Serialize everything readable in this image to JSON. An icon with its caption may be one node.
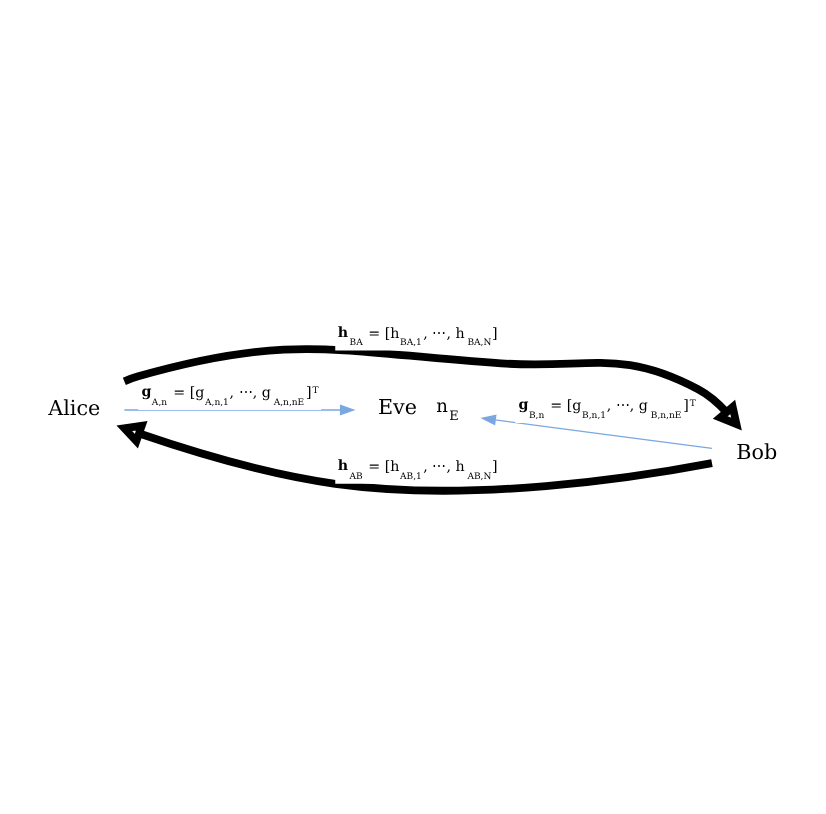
{
  "diagram": {
    "nodes": [
      {
        "text": [
          "Alice"
        ]
      },
      {
        "text": [
          "Bob"
        ]
      },
      {
        "text": [
          "Eve"
        ],
        "beside": [
          "n$_{E}$"
        ]
      }
    ],
    "edges": [
      {
        "from": 0,
        "to": 1,
        "arrow": "to",
        "style": "thick",
        "label": "**h**$_{BA}$ = [h$_{BA,1}$, ⋯, h$_{BA,N}$]"
      },
      {
        "from": 1,
        "to": 0,
        "arrow": "to",
        "style": "thick",
        "label": "**h**$_{AB}$ = [h$_{AB,1}$, ⋯, h$_{AB,N}$]"
      },
      {
        "from": 0,
        "to": 2,
        "arrow": "to",
        "color": "#7ba7e1",
        "label": "**g**$_{A,n}$ = [g$_{A,n,1}$, ⋯, g$_{A,n,nE}$]$^{T}$"
      },
      {
        "from": 1,
        "to": 2,
        "arrow": "to",
        "color": "#7ba7e1",
        "label": "**g**$_{B,n}$ = [g$_{B,n,1}$, ⋯, g$_{B,n,nE}$]$^{T}$"
      }
    ]
  }
}
